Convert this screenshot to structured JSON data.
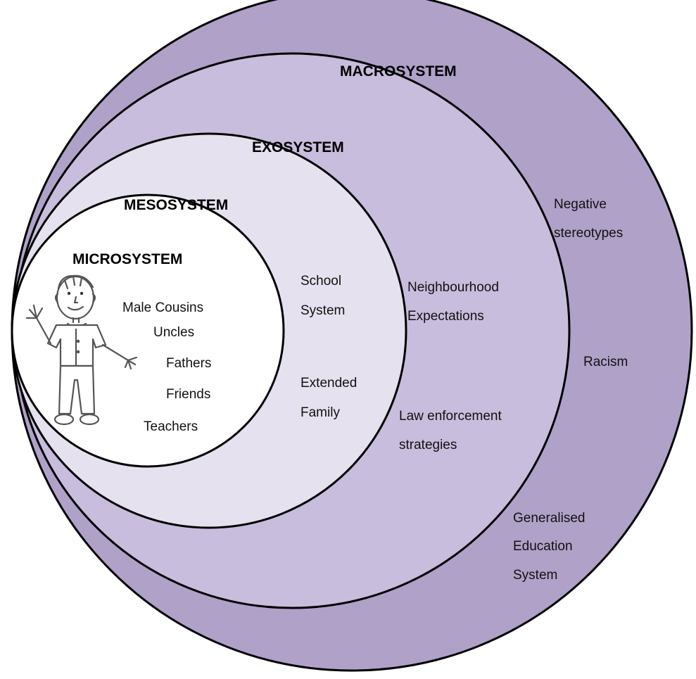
{
  "colors": {
    "macrosystem_fill": "#b0a1c9",
    "exosystem_fill": "#c8bddc",
    "mesosystem_fill": "#e6e1ee",
    "microsystem_fill": "#ffffff",
    "outline": "#000000"
  },
  "macrosystem": {
    "title": "MACROSYSTEM",
    "items": [
      [
        "Negative",
        "stereotypes"
      ],
      [
        "Racism"
      ],
      [
        "Generalised",
        "Education",
        "System"
      ]
    ]
  },
  "exosystem": {
    "title": "EXOSYSTEM",
    "items": [
      [
        "Neighbourhood",
        "Expectations"
      ],
      [
        "Law enforcement",
        "strategies"
      ]
    ]
  },
  "mesosystem": {
    "title": "MESOSYSTEM",
    "items": [
      [
        "School",
        "System"
      ],
      [
        "Extended",
        "Family"
      ]
    ]
  },
  "microsystem": {
    "title": "MICROSYSTEM",
    "items": [
      "Male Cousins",
      "Uncles",
      "Fathers",
      "Friends",
      "Teachers"
    ],
    "figure_icon": "boy-stick-figure-icon"
  }
}
